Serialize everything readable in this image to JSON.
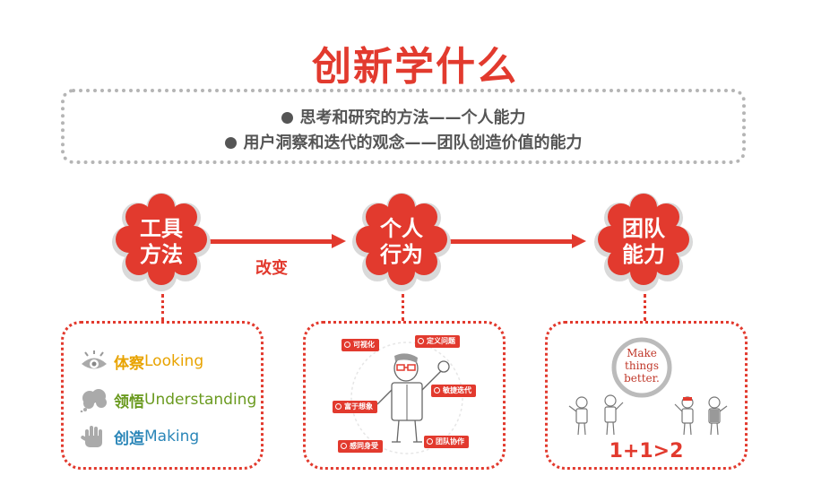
{
  "title": "创新学什么",
  "summary": [
    "思考和研究的方法——个人能力",
    "用户洞察和迭代的观念——团队创造价值的能力"
  ],
  "stages": [
    {
      "line1": "工具",
      "line2": "方法"
    },
    {
      "line1": "个人",
      "line2": "行为"
    },
    {
      "line1": "团队",
      "line2": "能力"
    }
  ],
  "arrow_label": "改变",
  "methods": [
    {
      "cn": "体察",
      "en": " Looking",
      "color": "#e8a300",
      "icon": "eye-icon"
    },
    {
      "cn": "领悟",
      "en": "Understanding",
      "color": "#6a9a1f",
      "icon": "cloud-icon"
    },
    {
      "cn": "创造",
      "en": "Making",
      "color": "#2a86b8",
      "icon": "hand-icon"
    }
  ],
  "behavior_tags": {
    "visualize": "可视化",
    "define": "定义问题",
    "iterate": "敏捷迭代",
    "imagine": "富于想象",
    "empathy": "感同身受",
    "collab": "团队协作"
  },
  "team": {
    "circle_lines": [
      "Make",
      "things",
      "better."
    ],
    "sum": "1+1>2"
  },
  "colors": {
    "accent": "#e23a2e",
    "text": "#555555",
    "dotted_border": "#b5b5b5"
  }
}
